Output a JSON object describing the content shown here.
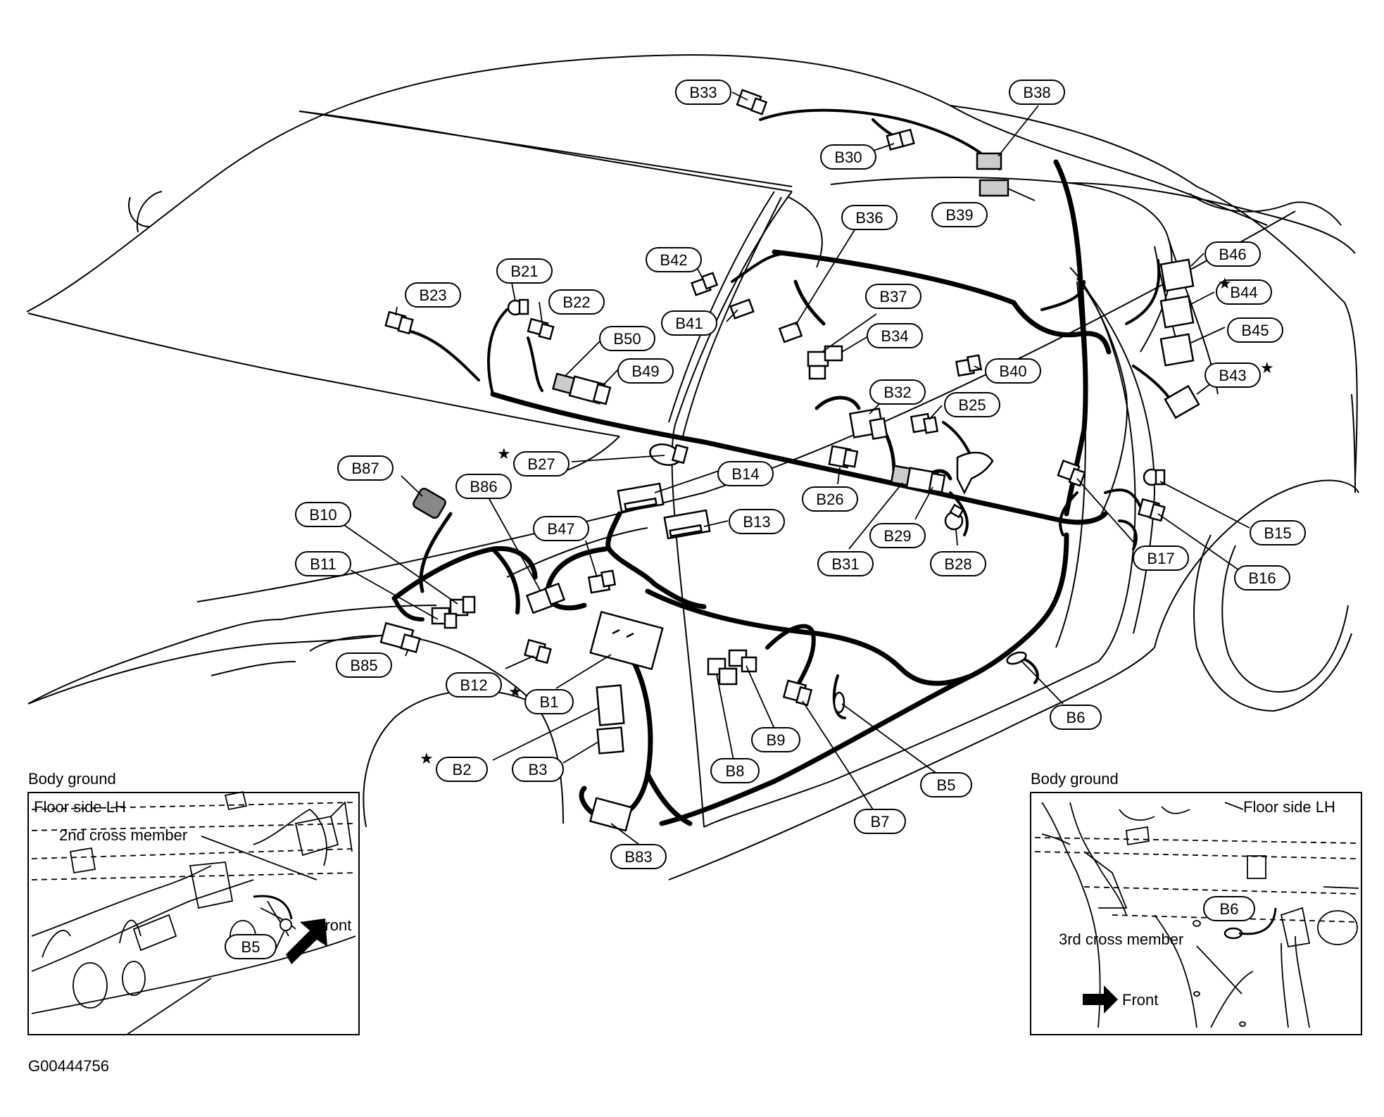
{
  "figure_id": "G00444756",
  "connectors": [
    {
      "id": "B33",
      "text": "B33",
      "starred": false
    },
    {
      "id": "B38",
      "text": "B38",
      "starred": false
    },
    {
      "id": "B30",
      "text": "B30",
      "starred": false
    },
    {
      "id": "B39",
      "text": "B39",
      "starred": false
    },
    {
      "id": "B36",
      "text": "B36",
      "starred": false
    },
    {
      "id": "B42",
      "text": "B42",
      "starred": false
    },
    {
      "id": "B21",
      "text": "B21",
      "starred": false
    },
    {
      "id": "B23",
      "text": "B23",
      "starred": false
    },
    {
      "id": "B22",
      "text": "B22",
      "starred": false
    },
    {
      "id": "B41",
      "text": "B41",
      "starred": false
    },
    {
      "id": "B37",
      "text": "B37",
      "starred": false
    },
    {
      "id": "B34",
      "text": "B34",
      "starred": false
    },
    {
      "id": "B50",
      "text": "B50",
      "starred": false
    },
    {
      "id": "B49",
      "text": "B49",
      "starred": false
    },
    {
      "id": "B40",
      "text": "B40",
      "starred": false
    },
    {
      "id": "B46",
      "text": "B46",
      "starred": false
    },
    {
      "id": "B44",
      "text": "B44",
      "starred": true
    },
    {
      "id": "B45",
      "text": "B45",
      "starred": false
    },
    {
      "id": "B43",
      "text": "B43",
      "starred": true
    },
    {
      "id": "B32",
      "text": "B32",
      "starred": false
    },
    {
      "id": "B25",
      "text": "B25",
      "starred": false
    },
    {
      "id": "B27",
      "text": "B27",
      "starred": true
    },
    {
      "id": "B87",
      "text": "B87",
      "starred": false
    },
    {
      "id": "B86",
      "text": "B86",
      "starred": false
    },
    {
      "id": "B14",
      "text": "B14",
      "starred": false
    },
    {
      "id": "B26",
      "text": "B26",
      "starred": false
    },
    {
      "id": "B10",
      "text": "B10",
      "starred": false
    },
    {
      "id": "B13",
      "text": "B13",
      "starred": false
    },
    {
      "id": "B47",
      "text": "B47",
      "starred": false
    },
    {
      "id": "B29",
      "text": "B29",
      "starred": false
    },
    {
      "id": "B15",
      "text": "B15",
      "starred": false
    },
    {
      "id": "B17",
      "text": "B17",
      "starred": false
    },
    {
      "id": "B11",
      "text": "B11",
      "starred": false
    },
    {
      "id": "B31",
      "text": "B31",
      "starred": false
    },
    {
      "id": "B28",
      "text": "B28",
      "starred": false
    },
    {
      "id": "B16",
      "text": "B16",
      "starred": false
    },
    {
      "id": "B85",
      "text": "B85",
      "starred": false
    },
    {
      "id": "B12",
      "text": "B12",
      "starred": false
    },
    {
      "id": "B1",
      "text": "B1",
      "starred": true
    },
    {
      "id": "B6",
      "text": "B6",
      "starred": false
    },
    {
      "id": "B9",
      "text": "B9",
      "starred": false
    },
    {
      "id": "B2",
      "text": "B2",
      "starred": true
    },
    {
      "id": "B3",
      "text": "B3",
      "starred": false
    },
    {
      "id": "B8",
      "text": "B8",
      "starred": false
    },
    {
      "id": "B5",
      "text": "B5",
      "starred": false
    },
    {
      "id": "B7",
      "text": "B7",
      "starred": false
    },
    {
      "id": "B83",
      "text": "B83",
      "starred": false
    }
  ],
  "insets": {
    "left": {
      "heading": "Body ground",
      "labels": {
        "floor": "Floor side LH",
        "member": "2nd cross member",
        "front": "Front",
        "ground": "B5"
      }
    },
    "right": {
      "heading": "Body ground",
      "labels": {
        "floor": "Floor side LH",
        "member": "3rd cross member",
        "front": "Front",
        "ground": "B6"
      }
    }
  },
  "colors": {
    "line": "#000000",
    "background": "#ffffff",
    "connector_fill": "#ffffff",
    "ground_plug_fill": "#555555"
  }
}
